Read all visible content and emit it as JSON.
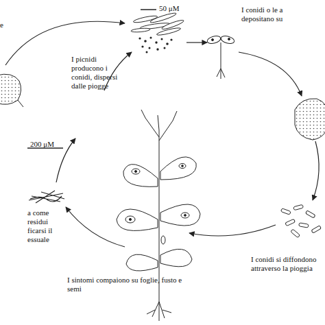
{
  "diagram": {
    "labels": [
      "e",
      "50 μM",
      "I conidi o le a depositano su",
      "I picnidi producono i conidi, dispersi dalle piogge",
      "200 μM",
      "a come residui ficarsi il essuale",
      "I conidi si diffondono attraverso la pioggia",
      "I sintomi compaiono su foglie, fusto e semi"
    ]
  }
}
